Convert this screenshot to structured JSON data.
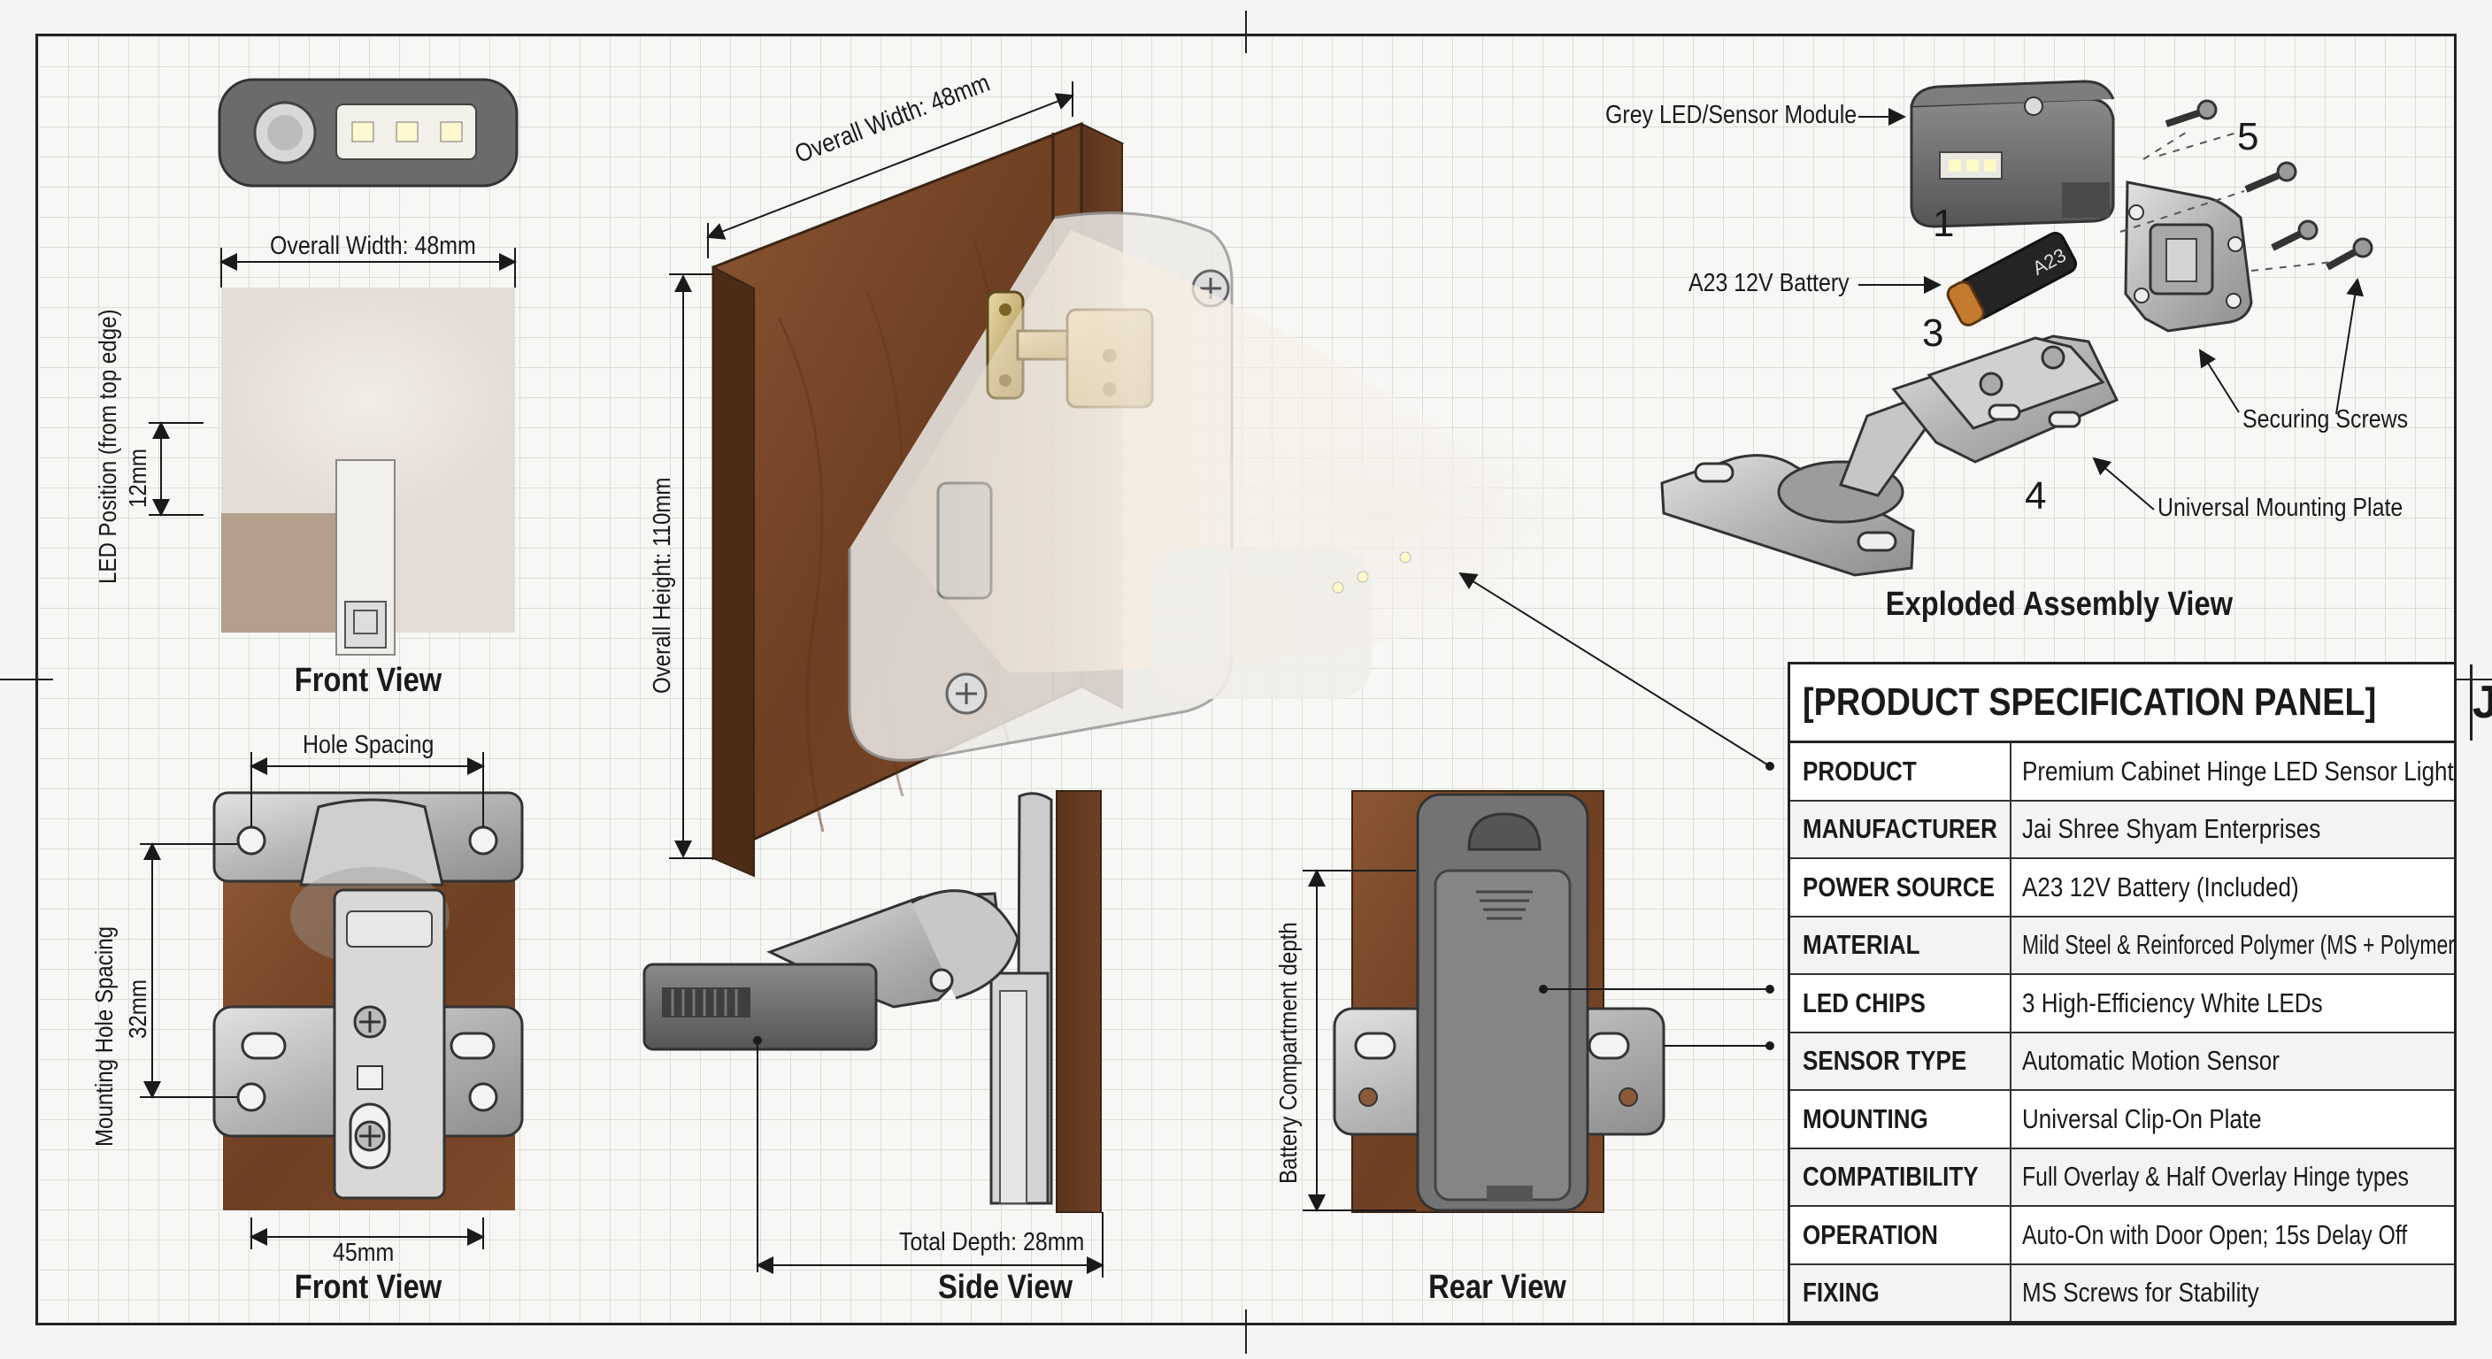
{
  "front_top": {
    "width_label": "Overall Width: 48mm",
    "led_pos_label": "LED Position (from top edge)",
    "led_pos_value": "12mm",
    "title": "Front View"
  },
  "front_bottom": {
    "hole_spacing": "Hole Spacing",
    "mount_spacing_label": "Mounting Hole Spacing",
    "mount_spacing_value": "32mm",
    "bottom_width": "45mm",
    "title": "Front View"
  },
  "iso": {
    "width_label": "Overall Width: 48mm",
    "height_label": "Overall Height: 110mm"
  },
  "side": {
    "depth_label": "Total Depth: 28mm",
    "title": "Side View"
  },
  "rear": {
    "battery_label": "Battery Compartment depth",
    "title": "Rear View"
  },
  "exploded": {
    "module_label": "Grey LED/Sensor Module",
    "battery_label": "A23 12V Battery",
    "battery_print": "A23",
    "screws_label": "Securing Screws",
    "plate_label": "Universal Mounting Plate",
    "title": "Exploded Assembly View",
    "num1": "1",
    "num3": "3",
    "num4": "4",
    "num5": "5"
  },
  "panel": {
    "title": "[PRODUCT SPECIFICATION PANEL]",
    "logo": "JS",
    "rows": [
      {
        "key": "PRODUCT",
        "value": "Premium Cabinet Hinge LED Sensor Light"
      },
      {
        "key": "MANUFACTURER",
        "value": "Jai Shree Shyam Enterprises"
      },
      {
        "key": "POWER SOURCE",
        "value": "A23 12V Battery (Included)"
      },
      {
        "key": "MATERIAL",
        "value": "Mild Steel & Reinforced Polymer (MS + Polymer)"
      },
      {
        "key": "LED CHIPS",
        "value": "3 High-Efficiency White LEDs"
      },
      {
        "key": "SENSOR TYPE",
        "value": "Automatic Motion Sensor"
      },
      {
        "key": "MOUNTING",
        "value": "Universal Clip-On Plate"
      },
      {
        "key": "COMPATIBILITY",
        "value": "Full Overlay & Half Overlay Hinge types"
      },
      {
        "key": "OPERATION",
        "value": "Auto-On with Door Open; 15s Delay Off"
      },
      {
        "key": "FIXING",
        "value": "MS Screws for Stability"
      }
    ]
  },
  "colors": {
    "wood": "#7a4a2a",
    "steel": "#b8b8b8",
    "module_grey": "#6e6e6e",
    "ink": "#1a1a1a"
  }
}
